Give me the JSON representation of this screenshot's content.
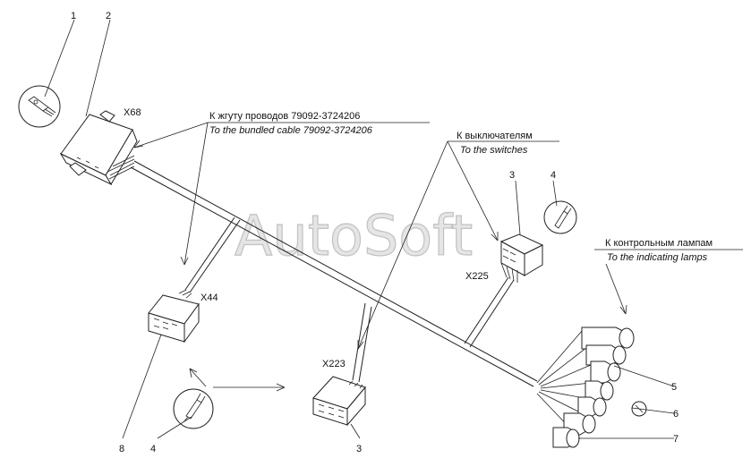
{
  "watermark": "AutoSoft",
  "connectors": {
    "x68": "X68",
    "x44": "X44",
    "x223": "X223",
    "x225": "X225"
  },
  "callouts": {
    "bundled_cable_ru": "К жгуту проводов 79092-3724206",
    "bundled_cable_en": "To the bundled cable 79092-3724206",
    "switches_ru": "К выключателям",
    "switches_en": "To the switches",
    "lamps_ru": "К контрольным лампам",
    "lamps_en": "To the indicating lamps"
  },
  "positions": {
    "p1": "1",
    "p2": "2",
    "p3_top": "3",
    "p4_top": "4",
    "p5": "5",
    "p6": "6",
    "p7": "7",
    "p8": "8",
    "p4_bottom": "4",
    "p3_bottom": "3"
  }
}
